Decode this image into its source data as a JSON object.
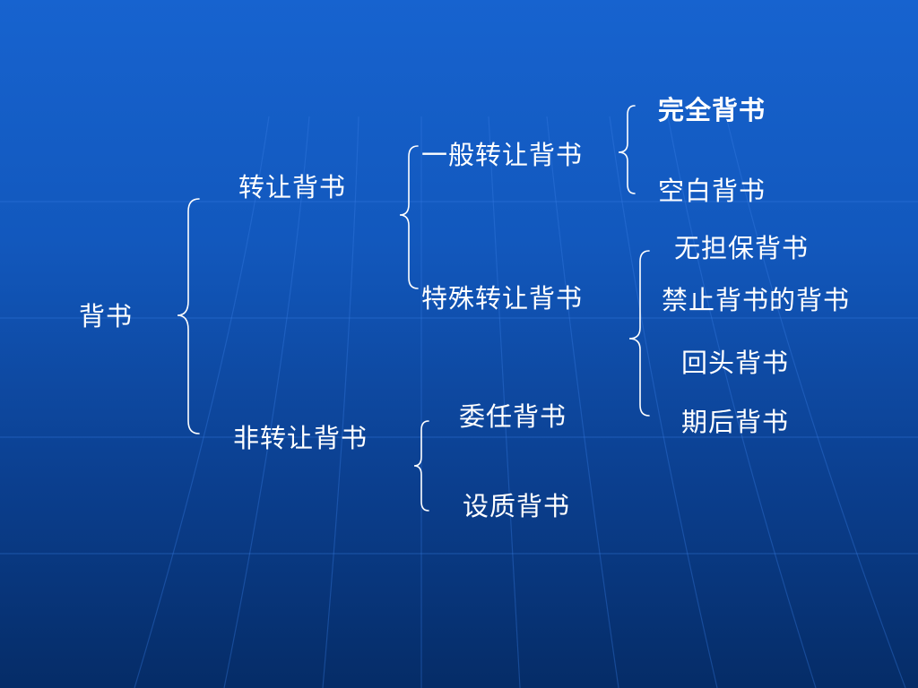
{
  "diagram": {
    "root": "背书",
    "transfer": {
      "label": "转让背书",
      "general": {
        "label": "一般转让背书",
        "full": "完全背书",
        "blank": "空白背书"
      },
      "special": {
        "label": "特殊转让背书",
        "no_recourse": "无担保背书",
        "prohibited": "禁止背书的背书",
        "return": "回头背书",
        "post_maturity": "期后背书"
      }
    },
    "non_transfer": {
      "label": "非转让背书",
      "entrusted": "委任背书",
      "pledge": "设质背书"
    }
  },
  "colors": {
    "text": "#ffffff",
    "background_top": "#1763cf",
    "background_bottom": "#052c67",
    "brace": "#ffffff"
  }
}
